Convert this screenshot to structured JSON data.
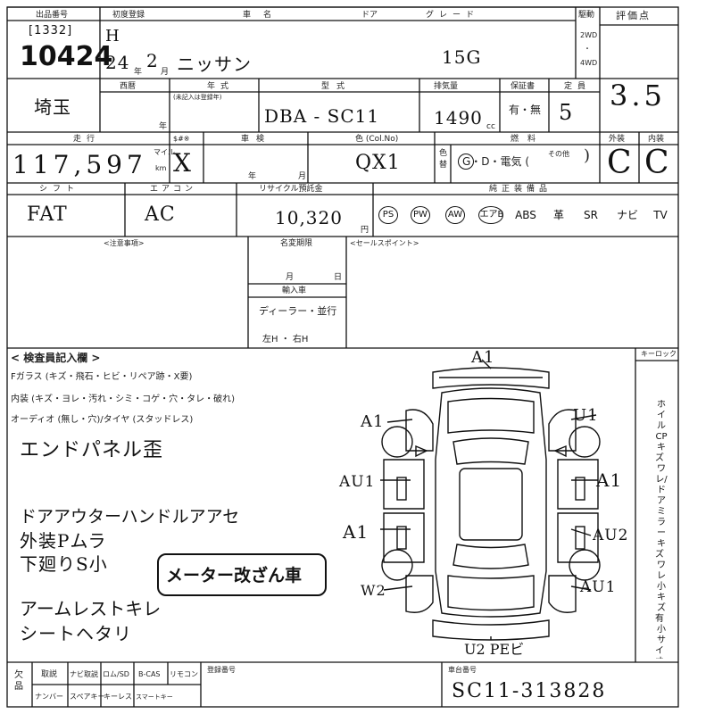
{
  "labels": {
    "lot_no": "出品番号",
    "first_reg": "初度登録",
    "car_name": "車名",
    "door": "ドア",
    "grade": "グレード",
    "drive": "駆動",
    "drive_2wd": "2WD",
    "drive_dot": "・",
    "drive_4wd": "4WD",
    "score": "評価点",
    "year_unit": "年",
    "month_unit": "月",
    "fiscal": "西暦",
    "year_small": "年",
    "model_year": "年式",
    "model_year_note": "(未記入は登録年)",
    "model_type": "型式",
    "displacement": "排気量",
    "cc": "cc",
    "warranty": "保証書",
    "seats": "定員",
    "mileage": "走行",
    "mileage_unit_top": "マイル",
    "mileage_unit_bottom": "km",
    "mileage_mark": "$#※",
    "inspection": "車検",
    "ins_year": "年",
    "ins_month": "月",
    "color": "色 (Col.No)",
    "fuel": "燃料",
    "fuel_other": "その他",
    "color_change": "色替",
    "exterior": "外装",
    "interior": "内装",
    "shift": "シフト",
    "aircon": "エアコン",
    "recycle": "リサイクル預託金",
    "yen": "円",
    "equipment": "純正装備品",
    "notes": "<注意事項>",
    "name_change": "名変期限",
    "nc_month": "月",
    "nc_day": "日",
    "import": "輸入車",
    "dealer": "ディーラー・並行",
    "handle": "左H ・ 右H",
    "sales_point": "<セールスポイント>",
    "inspector": "< 検査員記入欄 >",
    "key": "キーロック",
    "reg_no": "登録番号",
    "chassis_no": "車台番号",
    "parts": "欠品",
    "b_manual": "取説",
    "b_navi": "ナビ取説",
    "b_rom": "ロム/SD",
    "b_bcas": "B-CAS",
    "b_remote": "リモコン",
    "b_number": "ナンバー",
    "b_spare": "スペアキー",
    "b_keyless": "キーレス",
    "b_smart": "スマートキー"
  },
  "checklists": {
    "glass": "Fガラス (キズ・飛石・ヒビ・リペア跡・X要)",
    "interior": "内装 (キズ・ヨレ・汚れ・シミ・コゲ・穴・タレ・破れ)",
    "audio": "オーディオ (無し・穴)/タイヤ (スタッドレス)",
    "wheel_note": "ホイルCP キズ・ワレ/ドアミラーキズ・ワレ 小キズ 有・小サイ・オ・補修有"
  },
  "equipment_items": [
    "PS",
    "PW",
    "AW",
    "エアB",
    "ABS",
    "革",
    "SR",
    "ナビ",
    "TV"
  ],
  "equipment_circled": [
    true,
    true,
    true,
    true,
    false,
    false,
    false,
    false,
    false
  ],
  "fuel_options": "G・D・電気 (",
  "fuel_circled": "G",
  "values": {
    "lot_code": "[1332]",
    "lot_number": "10424",
    "era": "H",
    "reg_year": "24",
    "reg_month": "2",
    "maker": "ニッサン",
    "grade": "15G",
    "prefecture": "埼玉",
    "model": "DBA - SC11",
    "displacement": "1490",
    "warranty": "有・無",
    "seats": "5",
    "score": "3.5",
    "mileage": "117,597",
    "mileage_mark": "X",
    "color_code": "QX1",
    "exterior_grade": "C",
    "interior_grade": "C",
    "shift": "FAT",
    "aircon": "AC",
    "recycle_fee": "10,320",
    "chassis_number": "SC11-313828"
  },
  "remarks": {
    "end_panel": "エンドパネル歪",
    "door_handle": "ドアアウターハンドルアアセ",
    "exterior_uneven": "外装Pムラ",
    "underbody": "下廻りS小",
    "armrest": "アームレストキレ",
    "seat_sag": "シートヘタリ",
    "stamp": "メーター改ざん車"
  },
  "damage": {
    "front": "A1",
    "front_left_fender": "A1",
    "front_right_fender": "U1",
    "left_front_door": "AU1",
    "right_front_door": "A1",
    "left_rear_door": "A1",
    "right_rear_door": "AU2",
    "left_rear_fender": "W2",
    "right_rear_fender": "AU1",
    "rear": "U2 PEビ"
  }
}
